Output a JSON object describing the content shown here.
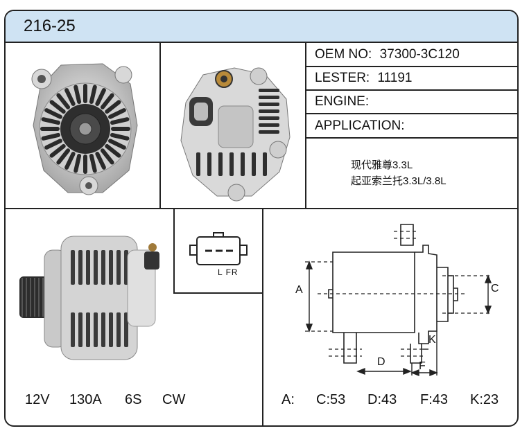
{
  "header": {
    "part_code": "216-25"
  },
  "info": {
    "oem": {
      "label": "OEM NO:",
      "value": "37300-3C120"
    },
    "lester": {
      "label": "LESTER:",
      "value": "11191"
    },
    "engine": {
      "label": "ENGINE:",
      "value": ""
    },
    "application": {
      "label": "APPLICATION:"
    },
    "applications": [
      "现代雅尊3.3L",
      "起亚索兰托3.3L/3.8L"
    ]
  },
  "connector": {
    "label": "L FR"
  },
  "specs": {
    "voltage": "12V",
    "amperage": "130A",
    "pulley": "6S",
    "rotation": "CW"
  },
  "dimensions": {
    "labels": {
      "a": "A",
      "c": "C",
      "d": "D",
      "f": "F",
      "k": "K"
    },
    "values": {
      "a": "A:",
      "c": "C:53",
      "d": "D:43",
      "f": "F:43",
      "k": "K:23"
    }
  },
  "colors": {
    "header_bg": "#cfe3f3",
    "border": "#222222"
  }
}
